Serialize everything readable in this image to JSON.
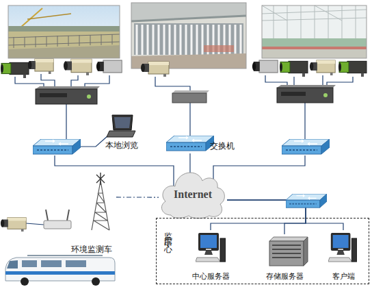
{
  "diagram": {
    "nodes": [
      {
        "text": [
          "本地浏览"
        ]
      },
      {
        "text": [
          "交换机"
        ]
      },
      {
        "text": [
          "Internet"
        ]
      },
      {
        "text": [
          "环境监测车"
        ]
      },
      {
        "text": [
          "监控中心"
        ]
      },
      {
        "text": [
          "中心服务器"
        ],
        "in": 4
      },
      {
        "text": [
          "存储服务器"
        ],
        "in": 4
      },
      {
        "text": [
          "客户端"
        ],
        "in": 4
      }
    ],
    "edges": [
      {
        "from": 1,
        "to": 2,
        "arrow": "none"
      },
      {
        "from": 3,
        "to": 2,
        "arrow": "none"
      },
      {
        "from": 2,
        "to": 5,
        "arrow": "none"
      },
      {
        "from": 2,
        "to": 6,
        "arrow": "none"
      },
      {
        "from": 2,
        "to": 7,
        "arrow": "none"
      }
    ]
  }
}
